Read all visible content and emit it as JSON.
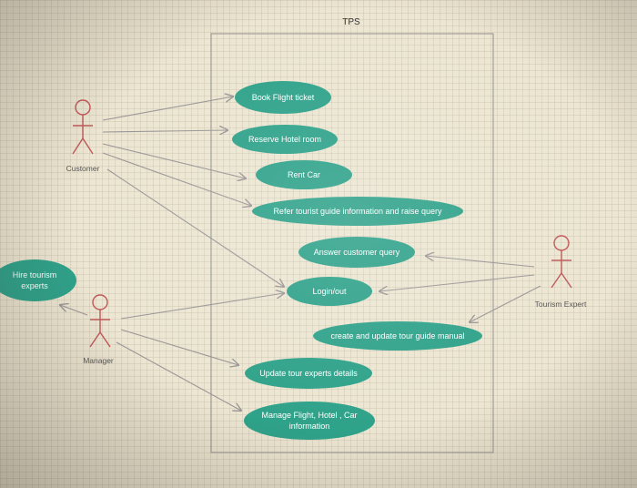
{
  "colors": {
    "usecase_fill": "#2fa28a",
    "actor_stroke": "#c05858",
    "arrow": "#9a9696",
    "boundary": "#a8a49c"
  },
  "system": {
    "title": "TPS"
  },
  "actors": {
    "customer": {
      "label": "Customer"
    },
    "manager": {
      "label": "Manager"
    },
    "tourism_expert": {
      "label": "Tourism Expert"
    }
  },
  "use_cases": {
    "book_flight": "Book Flight ticket",
    "reserve_hotel": "Reserve Hotel room",
    "rent_car": "Rent Car",
    "refer_guide": "Refer tourist guide information and raise query",
    "answer_query": "Answer customer query",
    "login": "Login/out",
    "create_guide": "create and update tour guide manual",
    "update_experts": "Update tour experts details",
    "manage_line1": "Manage Flight, Hotel , Car",
    "manage_line2": "information",
    "hire_line1": "Hire tourism",
    "hire_line2": "experts"
  }
}
